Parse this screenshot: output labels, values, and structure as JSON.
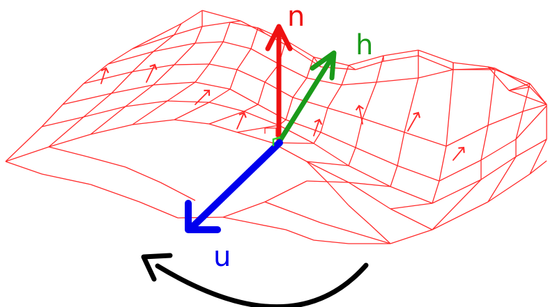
{
  "labels": {
    "normal": "n",
    "halfway": "h",
    "tangent": "u"
  },
  "colors": {
    "mesh": "#ff2a2a",
    "normal": "#ee1111",
    "halfway": "#1a9a1a",
    "tangent": "#0000ee",
    "rotation_arrow": "#000000",
    "right_angle_marker": "#ff2a2a",
    "origin_marker": "#2bd62b"
  },
  "icons": {
    "rotation": "curved-arrow-left-icon",
    "surface": "wavy-surface-mesh"
  }
}
